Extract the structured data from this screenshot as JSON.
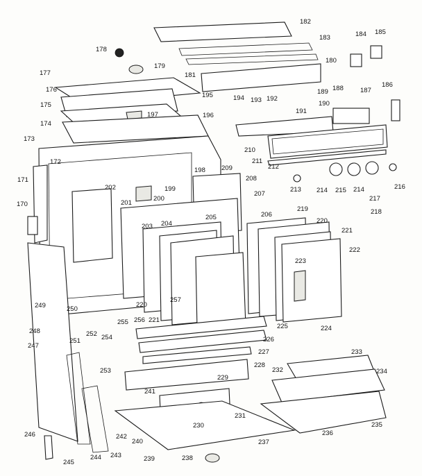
{
  "diagram": {
    "callouts": [
      {
        "id": "c182",
        "text": "182"
      },
      {
        "id": "c183",
        "text": "183"
      },
      {
        "id": "c184",
        "text": "184"
      },
      {
        "id": "c185",
        "text": "185"
      },
      {
        "id": "c178",
        "text": "178"
      },
      {
        "id": "c180",
        "text": "180"
      },
      {
        "id": "c179",
        "text": "179"
      },
      {
        "id": "c177",
        "text": "177"
      },
      {
        "id": "c181",
        "text": "181"
      },
      {
        "id": "c188",
        "text": "188"
      },
      {
        "id": "c176",
        "text": "176"
      },
      {
        "id": "c195",
        "text": "195"
      },
      {
        "id": "c194",
        "text": "194"
      },
      {
        "id": "c193",
        "text": "193"
      },
      {
        "id": "c192",
        "text": "192"
      },
      {
        "id": "c189",
        "text": "189"
      },
      {
        "id": "c187",
        "text": "187"
      },
      {
        "id": "c186",
        "text": "186"
      },
      {
        "id": "c175",
        "text": "175"
      },
      {
        "id": "c197",
        "text": "197"
      },
      {
        "id": "c191",
        "text": "191"
      },
      {
        "id": "c190",
        "text": "190"
      },
      {
        "id": "c196",
        "text": "196"
      },
      {
        "id": "c174",
        "text": "174"
      },
      {
        "id": "c173",
        "text": "173"
      },
      {
        "id": "c210",
        "text": "210"
      },
      {
        "id": "c211",
        "text": "211"
      },
      {
        "id": "c212",
        "text": "212"
      },
      {
        "id": "c172",
        "text": "172"
      },
      {
        "id": "c209",
        "text": "209"
      },
      {
        "id": "c198",
        "text": "198"
      },
      {
        "id": "c171",
        "text": "171"
      },
      {
        "id": "c208",
        "text": "208"
      },
      {
        "id": "c199",
        "text": "199"
      },
      {
        "id": "c202",
        "text": "202"
      },
      {
        "id": "c200",
        "text": "200"
      },
      {
        "id": "c201",
        "text": "201"
      },
      {
        "id": "c207",
        "text": "207"
      },
      {
        "id": "c213",
        "text": "213"
      },
      {
        "id": "c214a",
        "text": "214"
      },
      {
        "id": "c215",
        "text": "215"
      },
      {
        "id": "c214b",
        "text": "214"
      },
      {
        "id": "c216",
        "text": "216"
      },
      {
        "id": "c217",
        "text": "217"
      },
      {
        "id": "c170",
        "text": "170"
      },
      {
        "id": "c206",
        "text": "206"
      },
      {
        "id": "c219",
        "text": "219"
      },
      {
        "id": "c218",
        "text": "218"
      },
      {
        "id": "c204",
        "text": "204"
      },
      {
        "id": "c205",
        "text": "205"
      },
      {
        "id": "c220a",
        "text": "220"
      },
      {
        "id": "c221a",
        "text": "221"
      },
      {
        "id": "c203",
        "text": "203"
      },
      {
        "id": "c222",
        "text": "222"
      },
      {
        "id": "c223",
        "text": "223"
      },
      {
        "id": "c220b",
        "text": "220"
      },
      {
        "id": "c257",
        "text": "257"
      },
      {
        "id": "c249",
        "text": "249"
      },
      {
        "id": "c250",
        "text": "250"
      },
      {
        "id": "c255",
        "text": "255"
      },
      {
        "id": "c256",
        "text": "256"
      },
      {
        "id": "c221b",
        "text": "221"
      },
      {
        "id": "c225",
        "text": "225"
      },
      {
        "id": "c248",
        "text": "248"
      },
      {
        "id": "c224",
        "text": "224"
      },
      {
        "id": "c252",
        "text": "252"
      },
      {
        "id": "c254",
        "text": "254"
      },
      {
        "id": "c226",
        "text": "226"
      },
      {
        "id": "c251",
        "text": "251"
      },
      {
        "id": "c247",
        "text": "247"
      },
      {
        "id": "c227",
        "text": "227"
      },
      {
        "id": "c233",
        "text": "233"
      },
      {
        "id": "c228",
        "text": "228"
      },
      {
        "id": "c253",
        "text": "253"
      },
      {
        "id": "c232",
        "text": "232"
      },
      {
        "id": "c234",
        "text": "234"
      },
      {
        "id": "c229",
        "text": "229"
      },
      {
        "id": "c241",
        "text": "241"
      },
      {
        "id": "c231",
        "text": "231"
      },
      {
        "id": "c230",
        "text": "230"
      },
      {
        "id": "c235",
        "text": "235"
      },
      {
        "id": "c242",
        "text": "242"
      },
      {
        "id": "c246",
        "text": "246"
      },
      {
        "id": "c236",
        "text": "236"
      },
      {
        "id": "c240",
        "text": "240"
      },
      {
        "id": "c237",
        "text": "237"
      },
      {
        "id": "c244",
        "text": "244"
      },
      {
        "id": "c243",
        "text": "243"
      },
      {
        "id": "c239",
        "text": "239"
      },
      {
        "id": "c238",
        "text": "238"
      },
      {
        "id": "c245",
        "text": "245"
      }
    ]
  }
}
